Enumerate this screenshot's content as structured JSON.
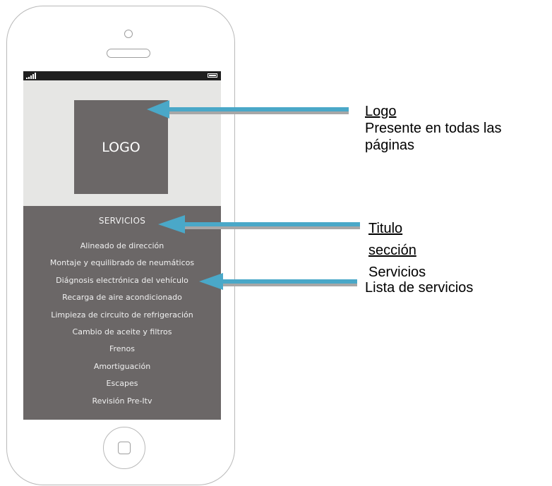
{
  "screen": {
    "logo_text": "LOGO",
    "section_title": "SERVICIOS",
    "services": [
      "Alineado de dirección",
      "Montaje y equilibrado de neumáticos",
      "Diágnosis electrónica del vehículo",
      "Recarga de aire acondicionado",
      "Limpieza de circuito de refrigeración",
      "Cambio de aceite y filtros",
      "Frenos",
      "Amortiguación",
      "Escapes",
      "Revisión Pre-Itv"
    ]
  },
  "annotations": {
    "logo": {
      "title": "Logo",
      "line1": "Presente en todas las",
      "line2": "páginas"
    },
    "section": {
      "line1": "Titulo",
      "line2": "sección",
      "line3": "Servicios"
    },
    "list": {
      "title": "Lista de servicios"
    }
  },
  "colors": {
    "arrow": "#4aa8c8",
    "arrow_shadow": "#a7a7a7",
    "screen_dark": "#6b6767",
    "header_light": "#e6e6e4"
  }
}
